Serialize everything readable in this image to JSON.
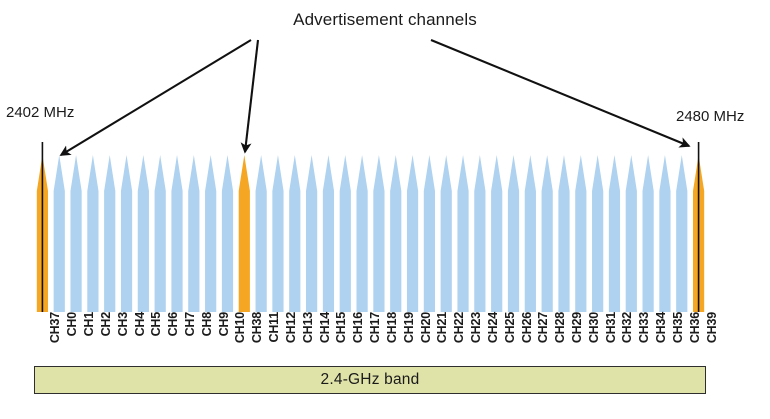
{
  "diagram": {
    "title": "Advertisement channels",
    "left_frequency_label": "2402 MHz",
    "right_frequency_label": "2480 MHz",
    "band_label": "2.4-GHz band"
  },
  "colors": {
    "advertisement_spike": "#f5a623",
    "data_spike": "#aed2ef",
    "band_fill": "#dfe3a8",
    "band_border": "#2e2e2e",
    "arrow": "#111111",
    "text": "#1b1b1b",
    "axis_tick": "#111111"
  },
  "chart_data": {
    "type": "bar",
    "title": "Advertisement channels",
    "xlabel": "2.4-GHz band",
    "ylabel": "",
    "grid": false,
    "legend": null,
    "axis_range_mhz": [
      2402,
      2480
    ],
    "categories": [
      "CH37",
      "CH0",
      "CH1",
      "CH2",
      "CH3",
      "CH4",
      "CH5",
      "CH6",
      "CH7",
      "CH8",
      "CH9",
      "CH10",
      "CH38",
      "CH11",
      "CH12",
      "CH13",
      "CH14",
      "CH15",
      "CH16",
      "CH17",
      "CH18",
      "CH19",
      "CH20",
      "CH21",
      "CH22",
      "CH23",
      "CH24",
      "CH25",
      "CH26",
      "CH27",
      "CH28",
      "CH29",
      "CH30",
      "CH31",
      "CH32",
      "CH33",
      "CH34",
      "CH35",
      "CH36",
      "CH39"
    ],
    "values": [
      1,
      1,
      1,
      1,
      1,
      1,
      1,
      1,
      1,
      1,
      1,
      1,
      1,
      1,
      1,
      1,
      1,
      1,
      1,
      1,
      1,
      1,
      1,
      1,
      1,
      1,
      1,
      1,
      1,
      1,
      1,
      1,
      1,
      1,
      1,
      1,
      1,
      1,
      1,
      1
    ],
    "kinds": [
      "advertisement",
      "data",
      "data",
      "data",
      "data",
      "data",
      "data",
      "data",
      "data",
      "data",
      "data",
      "data",
      "advertisement",
      "data",
      "data",
      "data",
      "data",
      "data",
      "data",
      "data",
      "data",
      "data",
      "data",
      "data",
      "data",
      "data",
      "data",
      "data",
      "data",
      "data",
      "data",
      "data",
      "data",
      "data",
      "data",
      "data",
      "data",
      "data",
      "data",
      "advertisement"
    ],
    "advertisement_channels": [
      "CH37",
      "CH38",
      "CH39"
    ],
    "annotations": [
      {
        "text": "Advertisement channels",
        "points_to": [
          "CH37",
          "CH38",
          "CH39"
        ]
      },
      {
        "text": "2402 MHz",
        "points_to": "CH37"
      },
      {
        "text": "2480 MHz",
        "points_to": "CH39"
      }
    ]
  },
  "tick_marks": {
    "left_channel": "CH37",
    "right_channel": "CH39"
  }
}
